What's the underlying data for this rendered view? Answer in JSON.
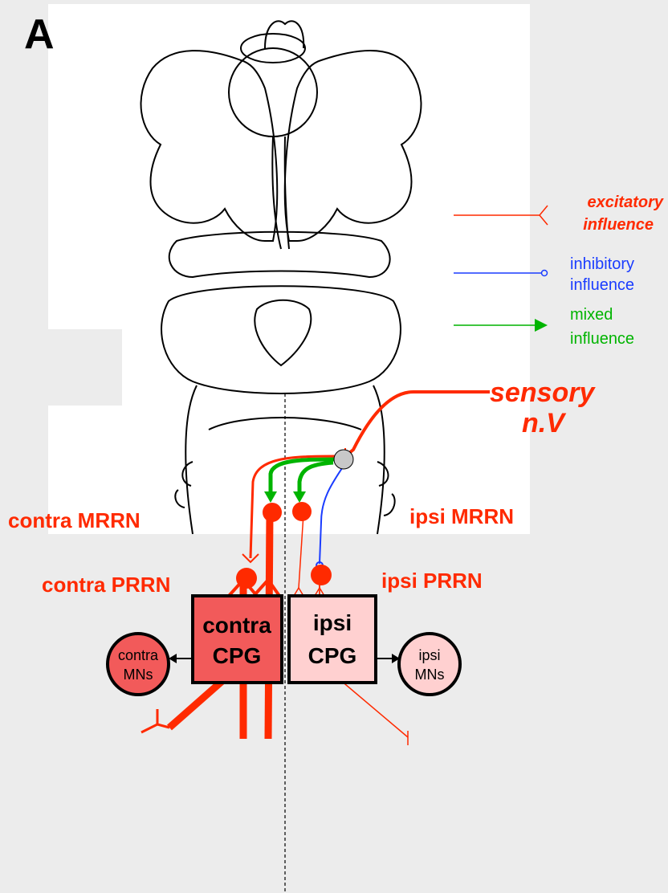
{
  "panel_label": "A",
  "legend": {
    "excitatory_line1": "excitatory",
    "excitatory_line2": "influence",
    "inhibitory_line1": "inhibitory",
    "inhibitory_line2": "influence",
    "mixed_line1": "mixed",
    "mixed_line2": "influence"
  },
  "sensory": {
    "line1": "sensory",
    "line2": "n.V"
  },
  "nuclei": {
    "contra_mrrn": "contra MRRN",
    "ipsi_mrrn": "ipsi MRRN",
    "contra_prrn": "contra PRRN",
    "ipsi_prrn": "ipsi PRRN"
  },
  "boxes": {
    "contra_cpg_line1": "contra",
    "contra_cpg_line2": "CPG",
    "ipsi_cpg_line1": "ipsi",
    "ipsi_cpg_line2": "CPG"
  },
  "motoneurons": {
    "contra_line1": "contra",
    "contra_line2": "MNs",
    "ipsi_line1": "ipsi",
    "ipsi_line2": "MNs"
  },
  "colors": {
    "excitatory": "#ff2a00",
    "inhibitory": "#1a3cff",
    "mixed": "#00b400",
    "contra_fill": "#f25a5a",
    "ipsi_fill": "#ffd0d0",
    "neuron_red": "#ff2a00",
    "sensory_cell": "#c8c8c8"
  }
}
